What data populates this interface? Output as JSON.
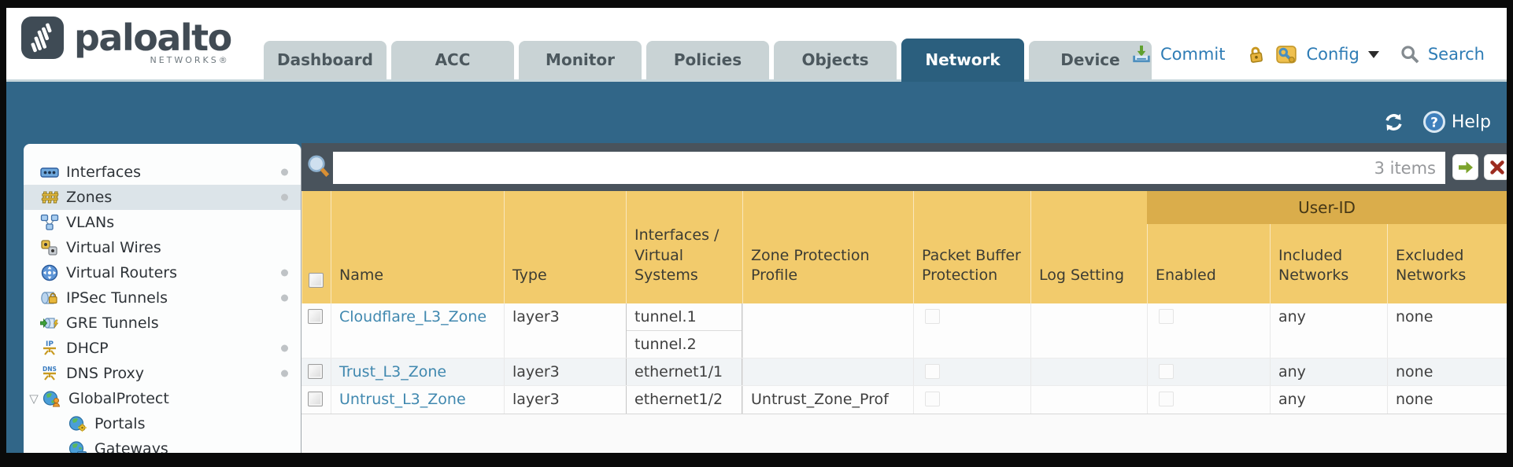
{
  "brand": {
    "name": "paloalto",
    "sub": "NETWORKS®"
  },
  "tabs": {
    "items": [
      "Dashboard",
      "ACC",
      "Monitor",
      "Policies",
      "Objects",
      "Network",
      "Device"
    ],
    "active": "Network"
  },
  "toolbar": {
    "commit": "Commit",
    "config": "Config",
    "search": "Search"
  },
  "band": {
    "help": "Help"
  },
  "sidebar": {
    "items": [
      {
        "label": "Interfaces"
      },
      {
        "label": "Zones"
      },
      {
        "label": "VLANs"
      },
      {
        "label": "Virtual Wires"
      },
      {
        "label": "Virtual Routers"
      },
      {
        "label": "IPSec Tunnels"
      },
      {
        "label": "GRE Tunnels"
      },
      {
        "label": "DHCP"
      },
      {
        "label": "DNS Proxy"
      },
      {
        "label": "GlobalProtect"
      },
      {
        "label": "Portals"
      },
      {
        "label": "Gateways"
      }
    ],
    "selected": "Zones"
  },
  "filter": {
    "count": "3 items",
    "query": ""
  },
  "table": {
    "group_header": "User-ID",
    "columns": {
      "name": "Name",
      "type": "Type",
      "interfaces": "Interfaces / Virtual Systems",
      "zpp": "Zone Protection Profile",
      "pbp": "Packet Buffer Protection",
      "log": "Log Setting",
      "enabled": "Enabled",
      "included": "Included Networks",
      "excluded": "Excluded Networks"
    },
    "rows": [
      {
        "name": "Cloudflare_L3_Zone",
        "type": "layer3",
        "interfaces": [
          "tunnel.1",
          "tunnel.2"
        ],
        "zone_protection_profile": "",
        "log_setting": "",
        "included_networks": "any",
        "excluded_networks": "none"
      },
      {
        "name": "Trust_L3_Zone",
        "type": "layer3",
        "interfaces": [
          "ethernet1/1"
        ],
        "zone_protection_profile": "",
        "log_setting": "",
        "included_networks": "any",
        "excluded_networks": "none"
      },
      {
        "name": "Untrust_L3_Zone",
        "type": "layer3",
        "interfaces": [
          "ethernet1/2"
        ],
        "zone_protection_profile": "Untrust_Zone_Prof",
        "log_setting": "",
        "included_networks": "any",
        "excluded_networks": "none"
      }
    ]
  },
  "colors": {
    "teal": "#316688",
    "tab_active": "#2B5F7E",
    "filter_bar": "#49535C",
    "header_orange": "#F2CB6C",
    "group_orange": "#DAAD4B",
    "link_blue": "#4088AF",
    "commit_blue": "#2E7CB5"
  }
}
